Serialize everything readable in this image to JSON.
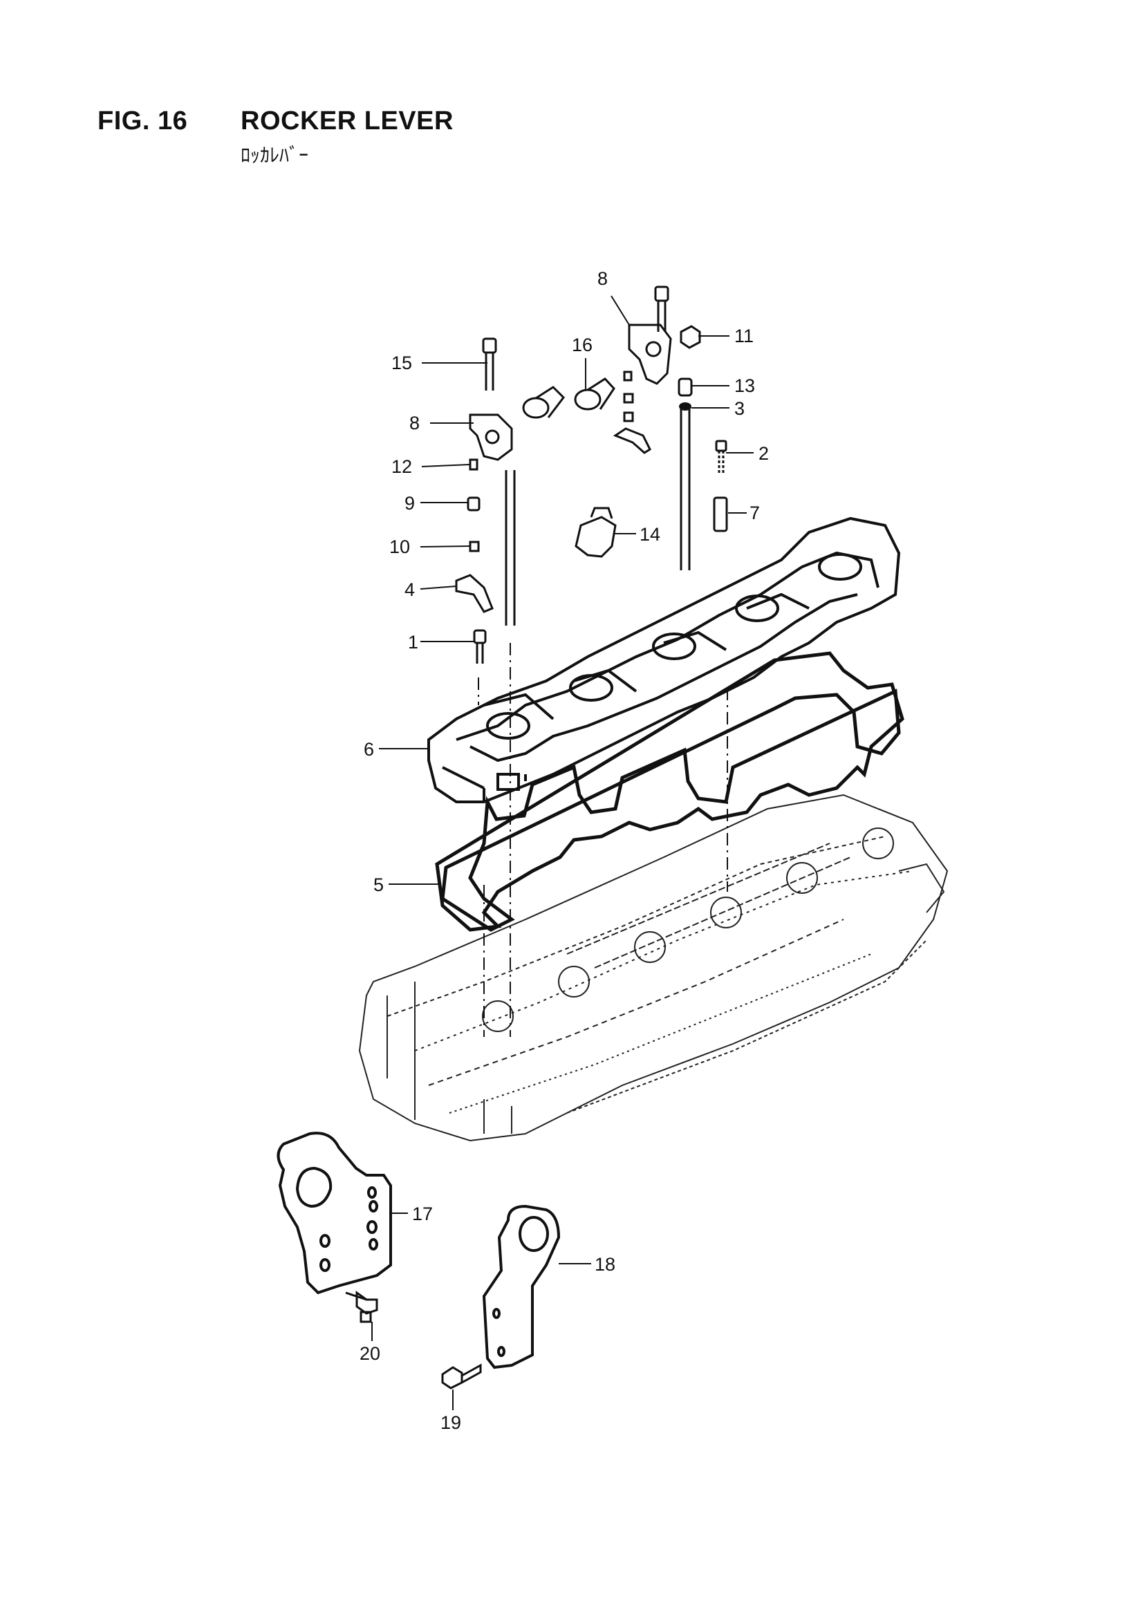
{
  "header": {
    "fig_number": "FIG. 16",
    "title": "ROCKER LEVER",
    "subtitle": "ﾛｯｶﾚﾊﾞｰ"
  },
  "diagram": {
    "callouts": [
      {
        "id": "callout-8a",
        "label": "8"
      },
      {
        "id": "callout-11",
        "label": "11"
      },
      {
        "id": "callout-15",
        "label": "15"
      },
      {
        "id": "callout-16",
        "label": "16"
      },
      {
        "id": "callout-13",
        "label": "13"
      },
      {
        "id": "callout-3",
        "label": "3"
      },
      {
        "id": "callout-8b",
        "label": "8"
      },
      {
        "id": "callout-2",
        "label": "2"
      },
      {
        "id": "callout-12",
        "label": "12"
      },
      {
        "id": "callout-9",
        "label": "9"
      },
      {
        "id": "callout-7",
        "label": "7"
      },
      {
        "id": "callout-14",
        "label": "14"
      },
      {
        "id": "callout-10",
        "label": "10"
      },
      {
        "id": "callout-4",
        "label": "4"
      },
      {
        "id": "callout-1",
        "label": "1"
      },
      {
        "id": "callout-6",
        "label": "6"
      },
      {
        "id": "callout-5",
        "label": "5"
      },
      {
        "id": "callout-17",
        "label": "17"
      },
      {
        "id": "callout-18",
        "label": "18"
      },
      {
        "id": "callout-20",
        "label": "20"
      },
      {
        "id": "callout-19",
        "label": "19"
      }
    ]
  }
}
